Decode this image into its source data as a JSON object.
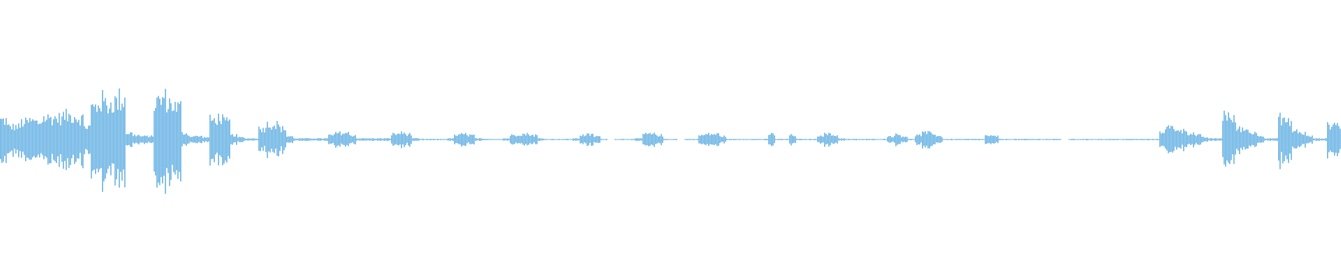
{
  "chart_data": {
    "type": "waveform",
    "title": "",
    "xlabel": "",
    "ylabel": "",
    "ylim": [
      -1,
      1
    ],
    "grid": false,
    "legend": "none",
    "color": "#5dade2",
    "background": "#ffffff",
    "bins": 192,
    "amplitude_envelope": [
      0.18,
      0.12,
      0.12,
      0.16,
      0.17,
      0.16,
      0.2,
      0.2,
      0.2,
      0.22,
      0.22,
      0.2,
      0.12,
      0.3,
      0.36,
      0.33,
      0.35,
      0.38,
      0.06,
      0.04,
      0.03,
      0.03,
      0.35,
      0.38,
      0.34,
      0.3,
      0.06,
      0.03,
      0.03,
      0.02,
      0.18,
      0.2,
      0.16,
      0.04,
      0.02,
      0.01,
      0.01,
      0.1,
      0.14,
      0.14,
      0.1,
      0.03,
      0.01,
      0.01,
      0.01,
      0.01,
      0.01,
      0.04,
      0.06,
      0.06,
      0.04,
      0.01,
      0.01,
      0.01,
      0.01,
      0.01,
      0.05,
      0.06,
      0.05,
      0.01,
      0.005,
      0.005,
      0.005,
      0.005,
      0.01,
      0.04,
      0.05,
      0.04,
      0.01,
      0.005,
      0.005,
      0.005,
      0.01,
      0.04,
      0.05,
      0.05,
      0.04,
      0.01,
      0.005,
      0.005,
      0.005,
      0.005,
      0.01,
      0.04,
      0.045,
      0.03,
      0.005,
      0,
      0.005,
      0.005,
      0.005,
      0.01,
      0.05,
      0.05,
      0.04,
      0.005,
      0.005,
      0,
      0.005,
      0.005,
      0.04,
      0.05,
      0.05,
      0.03,
      0.005,
      0.005,
      0.005,
      0.005,
      0.005,
      0.005,
      0.05,
      0.005,
      0.005,
      0.04,
      0.005,
      0.005,
      0.005,
      0.04,
      0.05,
      0.04,
      0.01,
      0.005,
      0.005,
      0.005,
      0.005,
      0.005,
      0.005,
      0.03,
      0.045,
      0.03,
      0.005,
      0.04,
      0.06,
      0.06,
      0.03,
      0.005,
      0.005,
      0.005,
      0.005,
      0.005,
      0.005,
      0.035,
      0.03,
      0.005,
      0.005,
      0.005,
      0.005,
      0.005,
      0.005,
      0.005,
      0.005,
      0.005,
      0,
      0.005,
      0.005,
      0.005,
      0.005,
      0.005,
      0.005,
      0.005,
      0.005,
      0.005,
      0.005,
      0.005,
      0.005,
      0.005,
      0.08,
      0.11,
      0.1,
      0.08,
      0.06,
      0.04,
      0.02,
      0.01,
      0.01,
      0.24,
      0.18,
      0.1,
      0.09,
      0.06,
      0.04,
      0.01,
      0.01,
      0.2,
      0.16,
      0.08,
      0.06,
      0.03,
      0.01,
      0.01,
      0.14,
      0.14
    ]
  }
}
